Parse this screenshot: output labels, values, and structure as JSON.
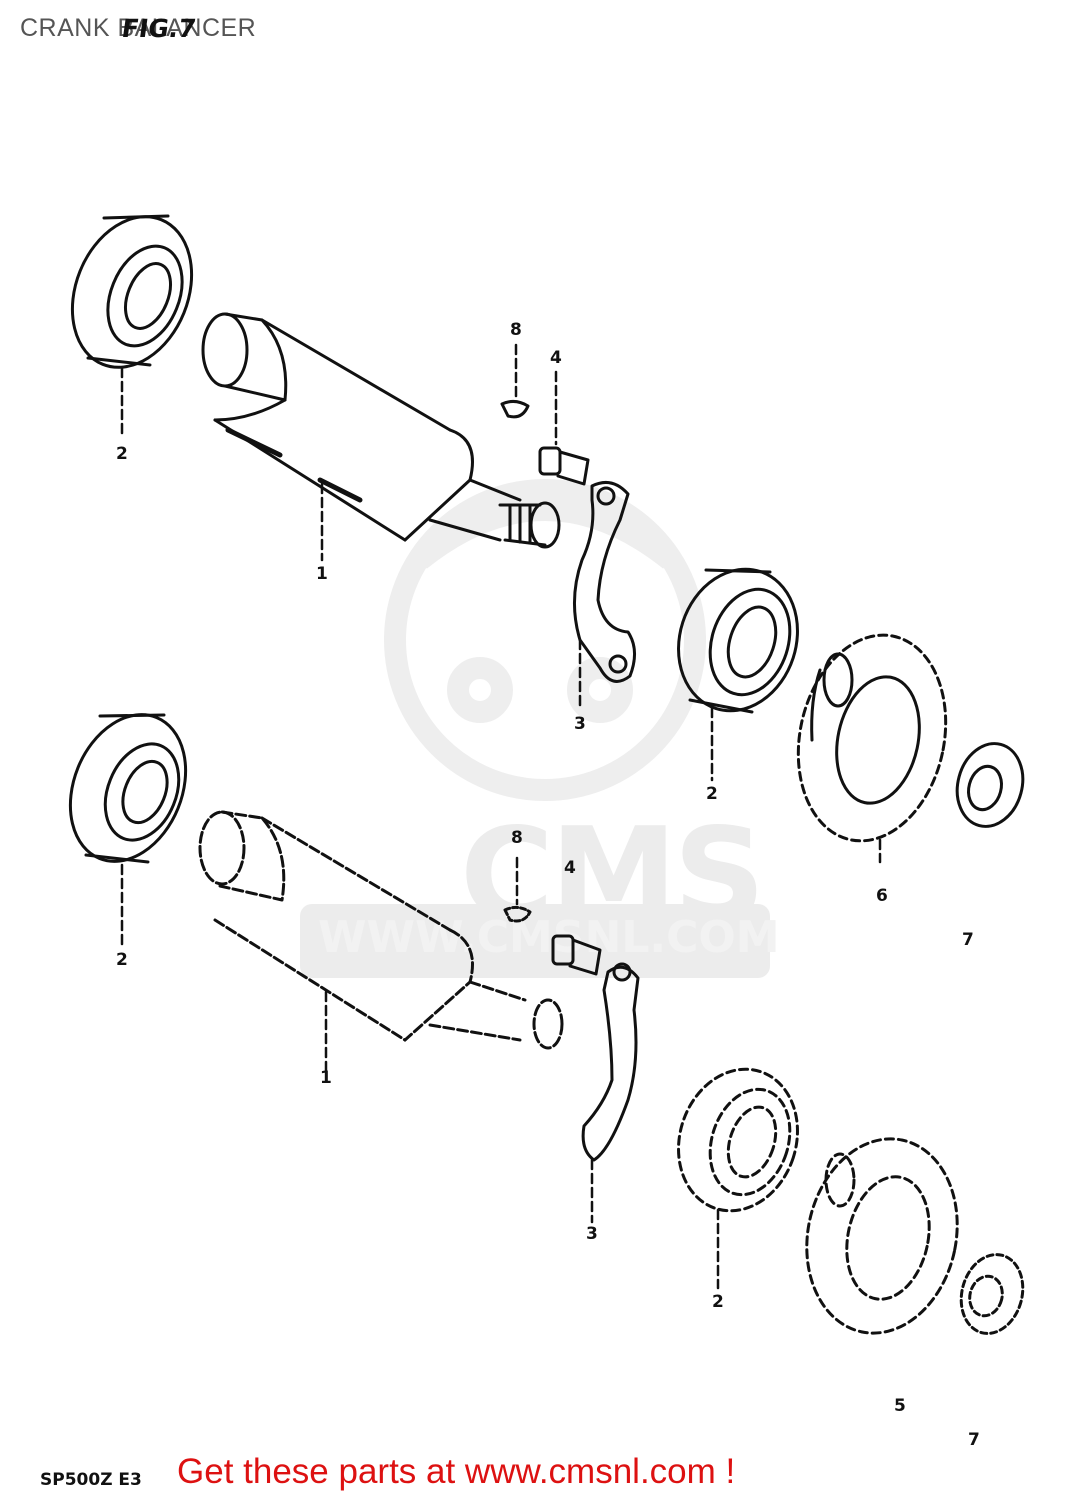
{
  "header": {
    "title": "CRANK BALANCER",
    "figure": "FIG.7"
  },
  "footer": {
    "model_code": "SP500Z E3",
    "cta": "Get these parts at www.cmsnl.com !"
  },
  "watermark": {
    "brand": "CMS",
    "url": "WWW.CMSNL.COM"
  },
  "callouts": {
    "top": {
      "c1": "1",
      "c2a": "2",
      "c2b": "2",
      "c3": "3",
      "c4": "4",
      "c6": "6",
      "c8": "8"
    },
    "bottom": {
      "c1": "1",
      "c2a": "2",
      "c2b": "2",
      "c3": "3",
      "c4": "4",
      "c5": "5",
      "c7": "7",
      "c7b": "7",
      "c8": "8"
    }
  }
}
